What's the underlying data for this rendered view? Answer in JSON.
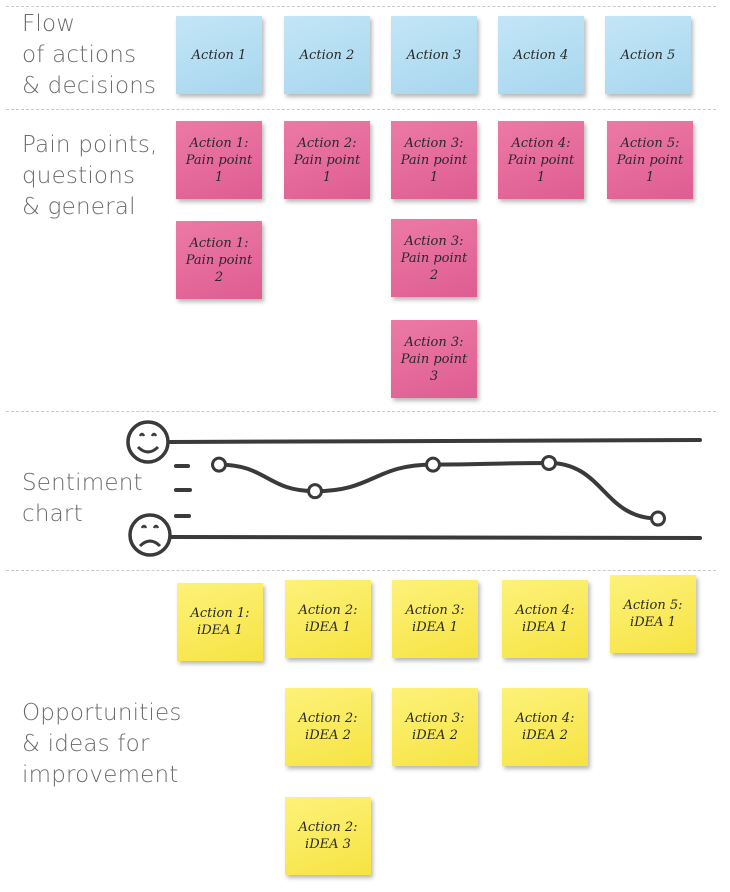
{
  "rows": {
    "flow": {
      "label": [
        "Flow",
        "of actions",
        "& decisions"
      ]
    },
    "pain": {
      "label": [
        "Pain points,",
        "questions",
        "& general"
      ]
    },
    "sentiment": {
      "label": [
        "Sentiment",
        "chart"
      ]
    },
    "opportunities": {
      "label": [
        "Opportunities",
        "& ideas for",
        "improvement"
      ]
    }
  },
  "actions": [
    "Action 1",
    "Action 2",
    "Action 3",
    "Action 4",
    "Action 5"
  ],
  "pain_points": [
    [
      "Action 1:",
      "Pain point",
      "1"
    ],
    [
      "Action 2:",
      "Pain point",
      "1"
    ],
    [
      "Action 3:",
      "Pain point",
      "1"
    ],
    [
      "Action 4:",
      "Pain point",
      "1"
    ],
    [
      "Action 5:",
      "Pain point",
      "1"
    ],
    [
      "Action 1:",
      "Pain point",
      "2"
    ],
    [
      "Action 3:",
      "Pain point",
      "2"
    ],
    [
      "Action 3:",
      "Pain point",
      "3"
    ]
  ],
  "ideas": [
    [
      "Action 1:",
      "iDEA 1"
    ],
    [
      "Action 2:",
      "iDEA 1"
    ],
    [
      "Action 3:",
      "iDEA 1"
    ],
    [
      "Action 4:",
      "iDEA 1"
    ],
    [
      "Action 5:",
      "iDEA 1"
    ],
    [
      "Action 2:",
      "iDEA 2"
    ],
    [
      "Action 3:",
      "iDEA 2"
    ],
    [
      "Action 4:",
      "iDEA 2"
    ],
    [
      "Action 2:",
      "iDEA 3"
    ]
  ],
  "sentiment": {
    "top_icon": "happy-face-icon",
    "bottom_icon": "sad-face-icon",
    "levels": [
      0.8,
      0.48,
      0.8,
      0.82,
      0.15
    ]
  },
  "colors": {
    "flow_notes": "#a9d8ef",
    "pain_notes": "#e2669a",
    "idea_notes": "#f9e95c",
    "ink": "#3a3a3a",
    "label_text": "#6b6b6b",
    "divider": "#c9c9c9"
  }
}
